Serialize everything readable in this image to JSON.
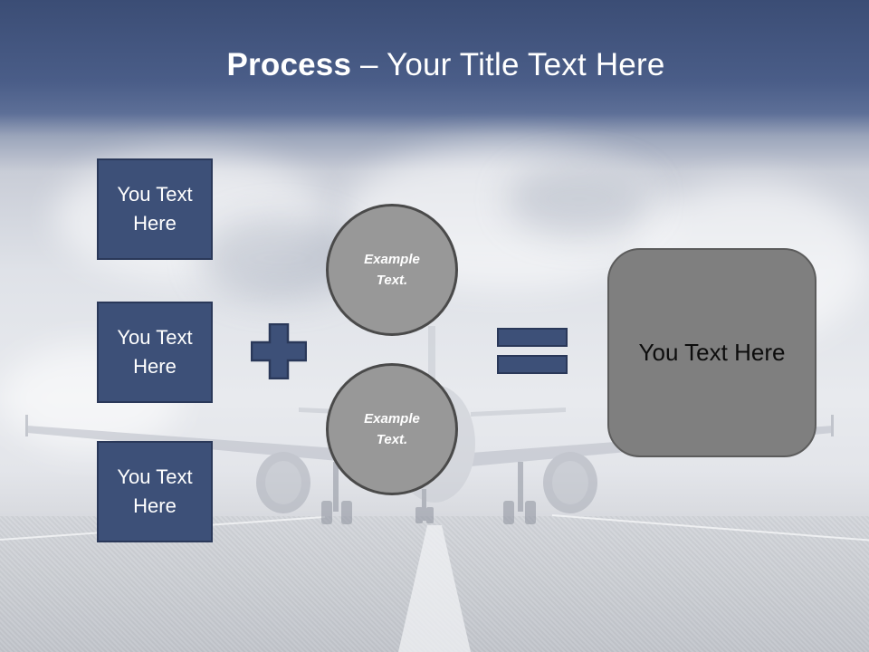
{
  "slide": {
    "title": {
      "bold": "Process",
      "rest": " – Your Title Text Here"
    },
    "left_boxes": [
      {
        "line1": "You Text",
        "line2": "Here"
      },
      {
        "line1": "You Text",
        "line2": "Here"
      },
      {
        "line1": "You Text",
        "line2": "Here"
      }
    ],
    "operators": {
      "plus": "plus-icon",
      "equals": "equals-icon"
    },
    "circles": [
      {
        "line1": "Example",
        "line2": "Text."
      },
      {
        "line1": "Example",
        "line2": "Text."
      }
    ],
    "result_box": {
      "label": "You Text Here"
    },
    "colors": {
      "header_blue": "#3b4d75",
      "box_blue": "#3d5078",
      "box_border": "#2a3859",
      "circle_gray": "#989898",
      "result_gray": "#7f7f7f"
    }
  }
}
